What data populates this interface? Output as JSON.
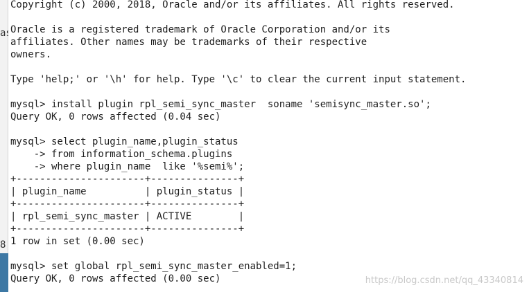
{
  "sidebar": {
    "fragment_top": "as",
    "fragment_bottom": "8",
    "accent_color": "#3d78a4"
  },
  "terminal": {
    "text_color": "#1e1e1e",
    "background": "#ffffff",
    "lines": [
      "Copyright (c) 2000, 2018, Oracle and/or its affiliates. All rights reserved.",
      "",
      "Oracle is a registered trademark of Oracle Corporation and/or its",
      "affiliates. Other names may be trademarks of their respective",
      "owners.",
      "",
      "Type 'help;' or '\\h' for help. Type '\\c' to clear the current input statement.",
      "",
      "mysql> install plugin rpl_semi_sync_master  soname 'semisync_master.so';",
      "Query OK, 0 rows affected (0.04 sec)",
      "",
      "mysql> select plugin_name,plugin_status",
      "    -> from information_schema.plugins",
      "    -> where plugin_name  like '%semi%';",
      "+----------------------+---------------+",
      "| plugin_name          | plugin_status |",
      "+----------------------+---------------+",
      "| rpl_semi_sync_master | ACTIVE        |",
      "+----------------------+---------------+",
      "1 row in set (0.00 sec)",
      "",
      "mysql> set global rpl_semi_sync_master_enabled=1;",
      "Query OK, 0 rows affected (0.00 sec)"
    ]
  },
  "watermark": {
    "text": "https://blog.csdn.net/qq_43340814"
  }
}
